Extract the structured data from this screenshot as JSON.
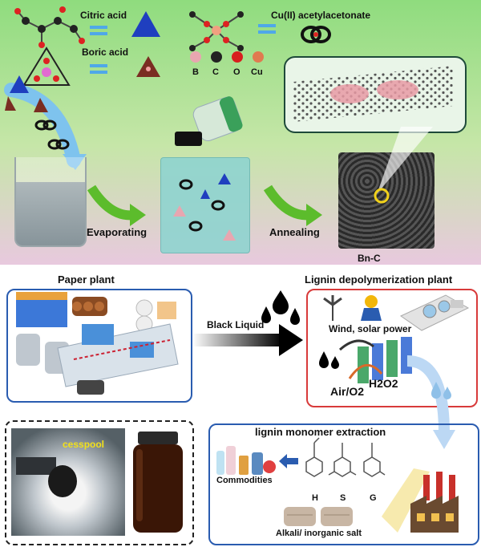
{
  "top": {
    "citric_acid": "Citric acid",
    "boric_acid": "Boric acid",
    "cu_acac": "Cu(II) acetylacetonate",
    "atoms": [
      "B",
      "C",
      "O",
      "Cu"
    ],
    "evaporating": "Evaporating",
    "annealing": "Annealing",
    "product": "Bn-C"
  },
  "bottom": {
    "paper_plant": "Paper plant",
    "lignin_plant": "Lignin depolymerization plant",
    "black_liquid": "Black Liquid",
    "wind_solar": "Wind, solar power",
    "air_o2": "Air/O2",
    "h2o2": "H2O2",
    "cesspool": "cesspool",
    "extraction": "lignin monomer extraction",
    "commodities": "Commodities",
    "monomers": [
      "H",
      "S",
      "G"
    ],
    "alkali": "Alkali/ inorganic salt"
  },
  "colors": {
    "accent_blue": "#2a5cb0",
    "accent_red": "#d83a3a",
    "arrow_green": "#5cbc2c",
    "triangle_blue": "#1f3fbf",
    "triangle_brown": "#7a2d22"
  }
}
